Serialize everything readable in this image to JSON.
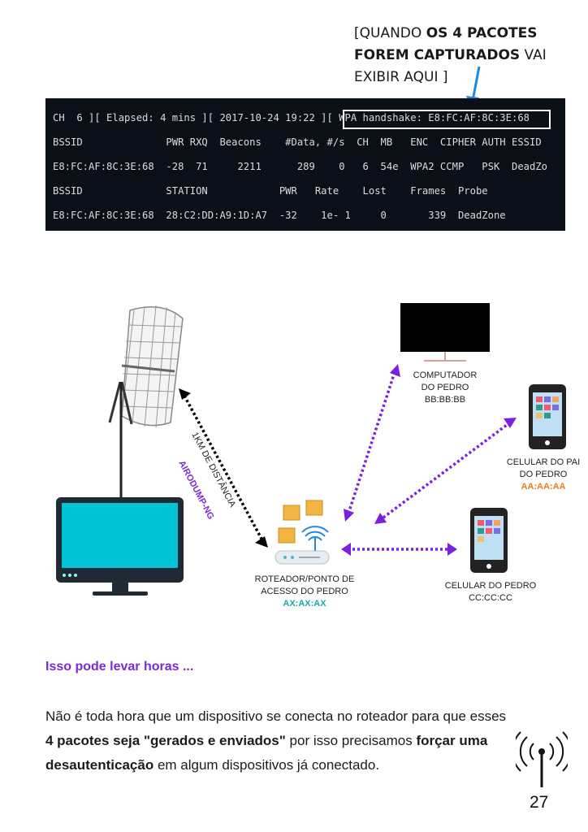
{
  "callout": {
    "part1": "[QUANDO ",
    "bold1": "OS 4 PACOTES FOREM CAPTURADOS",
    "part2": " VAI EXIBIR AQUI ]"
  },
  "terminal": {
    "line1": "CH  6 ][ Elapsed: 4 mins ][ 2017-10-24 19:22 ][ WPA handshake: E8:FC:AF:8C:3E:68",
    "line2": "BSSID              PWR RXQ  Beacons    #Data, #/s  CH  MB   ENC  CIPHER AUTH ESSID",
    "line3": "E8:FC:AF:8C:3E:68  -28  71     2211      289    0   6  54e  WPA2 CCMP   PSK  DeadZo",
    "line4": "BSSID              STATION            PWR   Rate    Lost    Frames  Probe",
    "line5": "E8:FC:AF:8C:3E:68  28:C2:DD:A9:1D:A7  -32    1e- 1     0       339  DeadZone"
  },
  "diagram": {
    "computer_label_1": "COMPUTADOR",
    "computer_label_2": "DO PEDRO",
    "computer_mac": "BB:BB:BB",
    "father_phone_1": "CELULAR DO PAI",
    "father_phone_2": "DO PEDRO",
    "father_phone_mac": "AA:AA:AA",
    "pedro_phone_1": "CELULAR DO PEDRO",
    "pedro_phone_mac": "CC:CC:CC",
    "router_1": "ROTEADOR/PONTO DE",
    "router_2": "ACESSO DO PEDRO",
    "router_mac": "AX:AX:AX",
    "link_tool": "AIRODUMP-NG",
    "link_distance": "1KM DE DISTÂNCIA"
  },
  "body": {
    "heading": "Isso pode levar horas ...",
    "p1": "Não é toda hora que um dispositivo se conecta no roteador para que esses ",
    "b1": "4 pacotes seja \"gerados e enviados\"",
    "p2": " por isso precisamos ",
    "b2": "forçar uma desautenticação",
    "p3": " em algum dispositivos já conectado."
  },
  "page_number": "27",
  "colors": {
    "accent_purple": "#7a2bd6",
    "orange": "#f07c1d",
    "teal": "#1fa7b0",
    "arrow_blue": "#1e88e5",
    "monitor_cyan": "#00c4d6"
  }
}
